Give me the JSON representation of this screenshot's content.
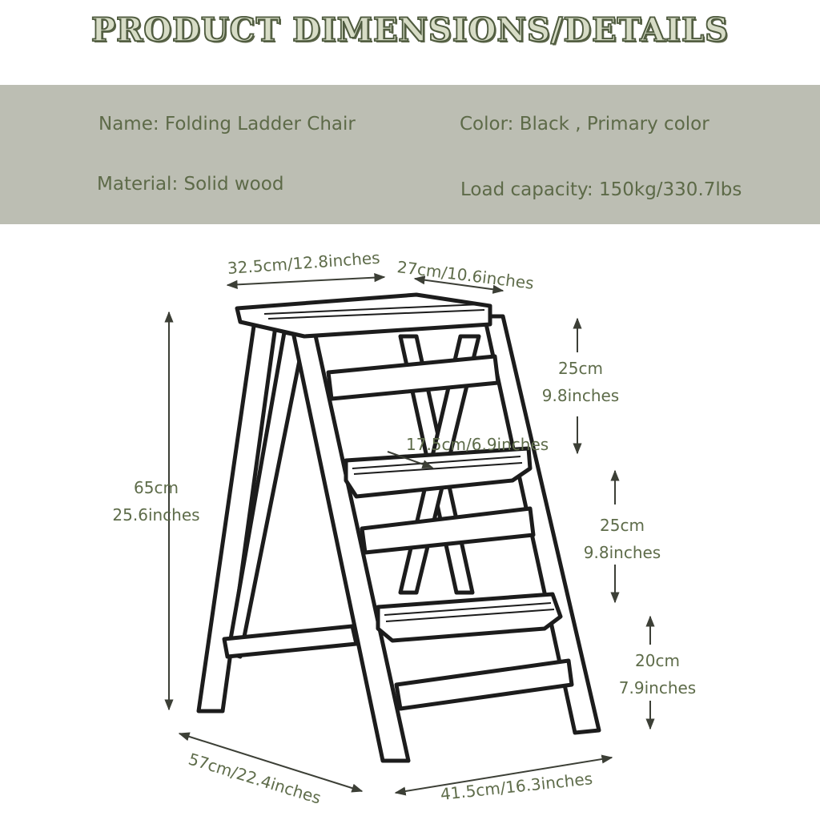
{
  "title": "PRODUCT DIMENSIONS/DETAILS",
  "specs": {
    "name": "Name: Folding Ladder Chair",
    "color": "Color: Black , Primary color",
    "material": "Material: Solid wood",
    "load": "Load capacity: 150kg/330.7lbs"
  },
  "dimensions": {
    "top_width": "32.5cm/12.8inches",
    "top_depth": "27cm/10.6inches",
    "step_depth": "17.5cm/6.9inches",
    "height_cm": "65cm",
    "height_in": "25.6inches",
    "gap1_cm": "25cm",
    "gap1_in": "9.8inches",
    "gap2_cm": "25cm",
    "gap2_in": "9.8inches",
    "gap3_cm": "20cm",
    "gap3_in": "7.9inches",
    "base_depth": "57cm/22.4inches",
    "base_width": "41.5cm/16.3inches"
  },
  "colors": {
    "text": "#5d6a48",
    "band": "#bcbeb3",
    "title_fill": "#d7dcc6",
    "title_outline": "#4d5a3e",
    "line": "#1c1c1c"
  }
}
